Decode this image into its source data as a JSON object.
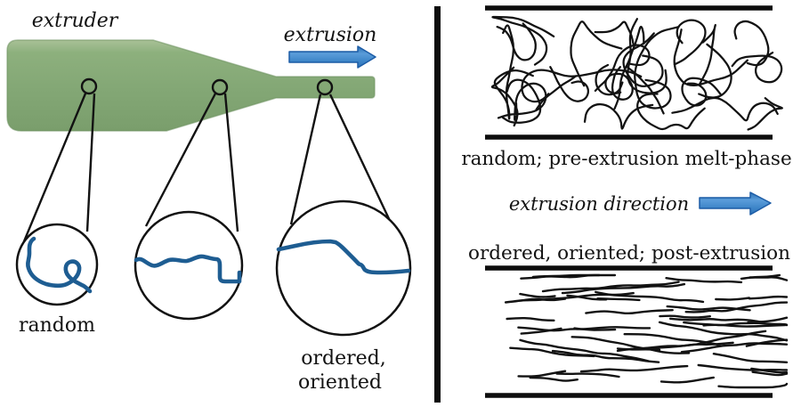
{
  "left": {
    "extruder_label": "extruder",
    "extrusion_label": "extrusion",
    "magnifier1_label": "random",
    "magnifier3_label_line1": "ordered,",
    "magnifier3_label_line2": "oriented"
  },
  "right": {
    "top_caption": "random; pre-extrusion melt-phase",
    "direction_label": "extrusion direction",
    "bottom_caption": "ordered, oriented; post-extrusion"
  },
  "colors": {
    "extruder_green": "#85a877",
    "arrow_blue": "#3d85c8",
    "chain_blue": "#1e5d92",
    "ink": "#121212"
  },
  "decor": {
    "seed": 11,
    "random_chain_count": 30,
    "oriented_chain_count": 48
  }
}
